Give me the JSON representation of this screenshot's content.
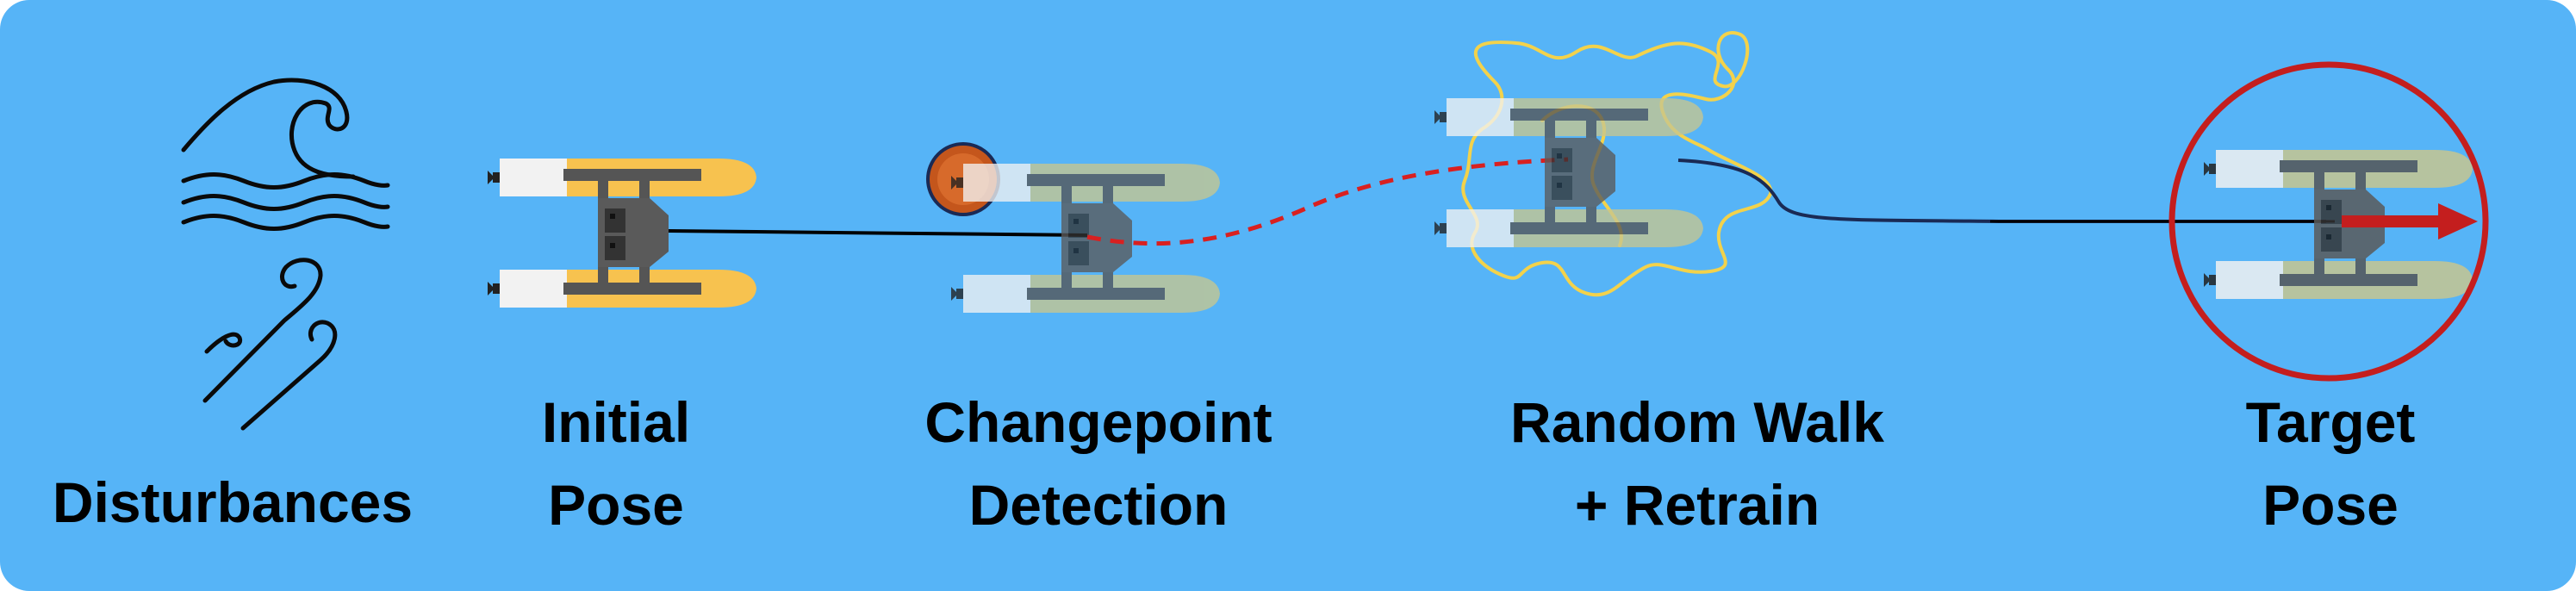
{
  "colors": {
    "background": "#56b4f7",
    "hull_active": "#f7c24f",
    "hull_faded": "#c7c690",
    "frame": "#555555",
    "tether": "#000000",
    "path_dashed": "#d92020",
    "path_solid": "#1a2a55",
    "scribble": "#f3d24b",
    "target_ring": "#c41e1e",
    "target_arrow": "#c41e1e",
    "changepoint_marker": "#c4561c"
  },
  "icons": {
    "waves": "ocean-wave-icon",
    "wind": "wind-icon"
  },
  "labels": {
    "disturbances": "Disturbances",
    "initial_line1": "Initial",
    "initial_line2": "Pose",
    "changepoint_line1": "Changepoint",
    "changepoint_line2": "Detection",
    "random_line1": "Random Walk",
    "random_line2": "+ Retrain",
    "target_line1": "Target",
    "target_line2": "Pose"
  }
}
